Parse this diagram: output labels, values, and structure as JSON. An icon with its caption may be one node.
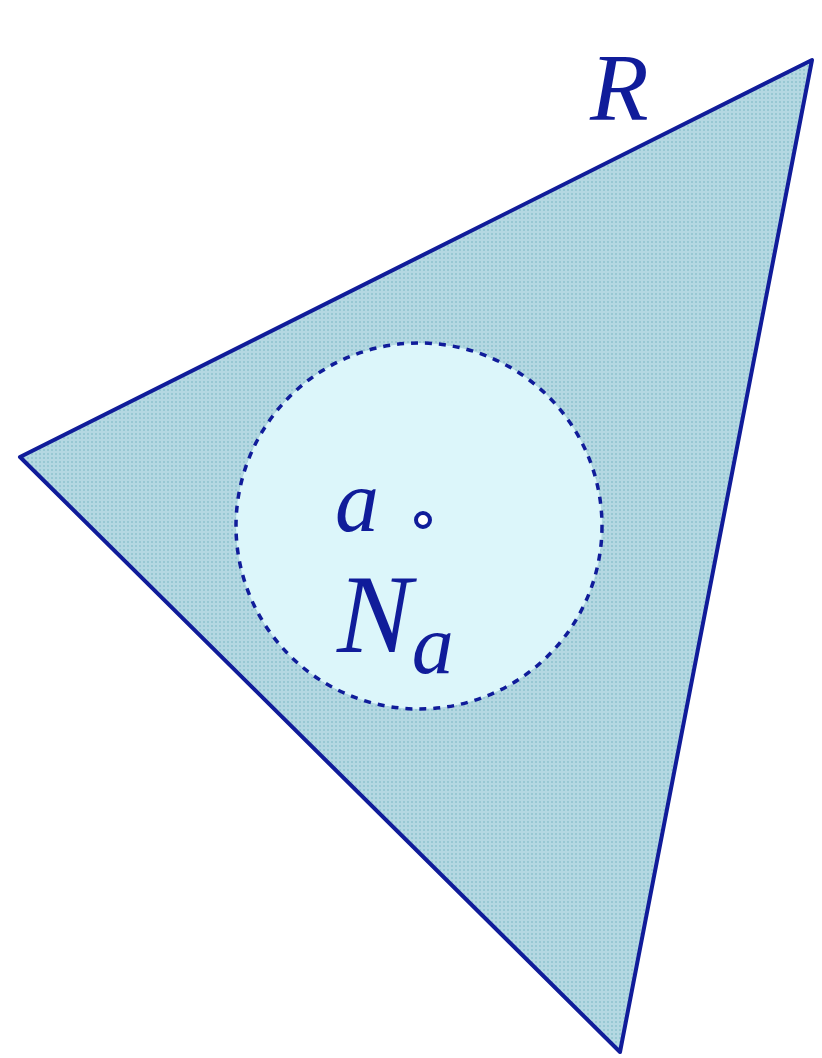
{
  "diagram": {
    "nodes": [
      {
        "text": [
          "R"
        ]
      },
      {
        "text": [
          "a",
          "N$_{a}$"
        ],
        "in": 0
      }
    ]
  }
}
